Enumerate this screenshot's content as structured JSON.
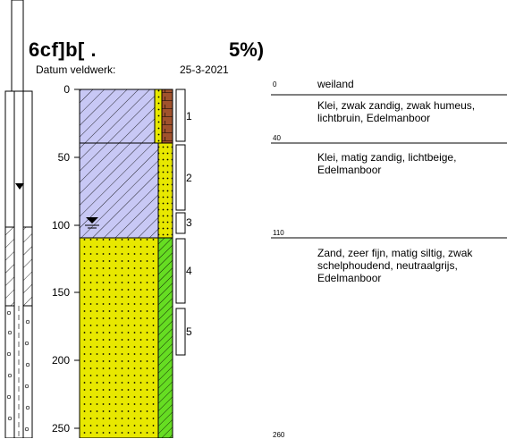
{
  "title_left": "6cf]b[ .",
  "title_right": "5%)",
  "datum_label": "Datum veldwerk:",
  "datum_value": "25-3-2021",
  "depth_ticks": [
    "0",
    "50",
    "100",
    "150",
    "200",
    "250"
  ],
  "layers": [
    {
      "top": "0",
      "description": "weiland"
    },
    {
      "top": "",
      "description": "Klei, zwak zandig, zwak humeus, lichtbruin,  Edelmanboor"
    },
    {
      "top": "40",
      "description": "Klei, matig zandig, lichtbeige, Edelmanboor"
    },
    {
      "top": "110",
      "description": "Zand, zeer fijn, matig siltig, zwak schelphoudend,  neutraalgrijs, Edelmanboor"
    },
    {
      "top": "260",
      "description": ""
    }
  ],
  "samples": [
    "1",
    "2",
    "3",
    "4",
    "5"
  ],
  "colors": {
    "clay_fill": "#c8c8f5",
    "sand_fill": "#e8e800",
    "humus_fill": "#a0522d",
    "green_fill": "#66dd22"
  }
}
